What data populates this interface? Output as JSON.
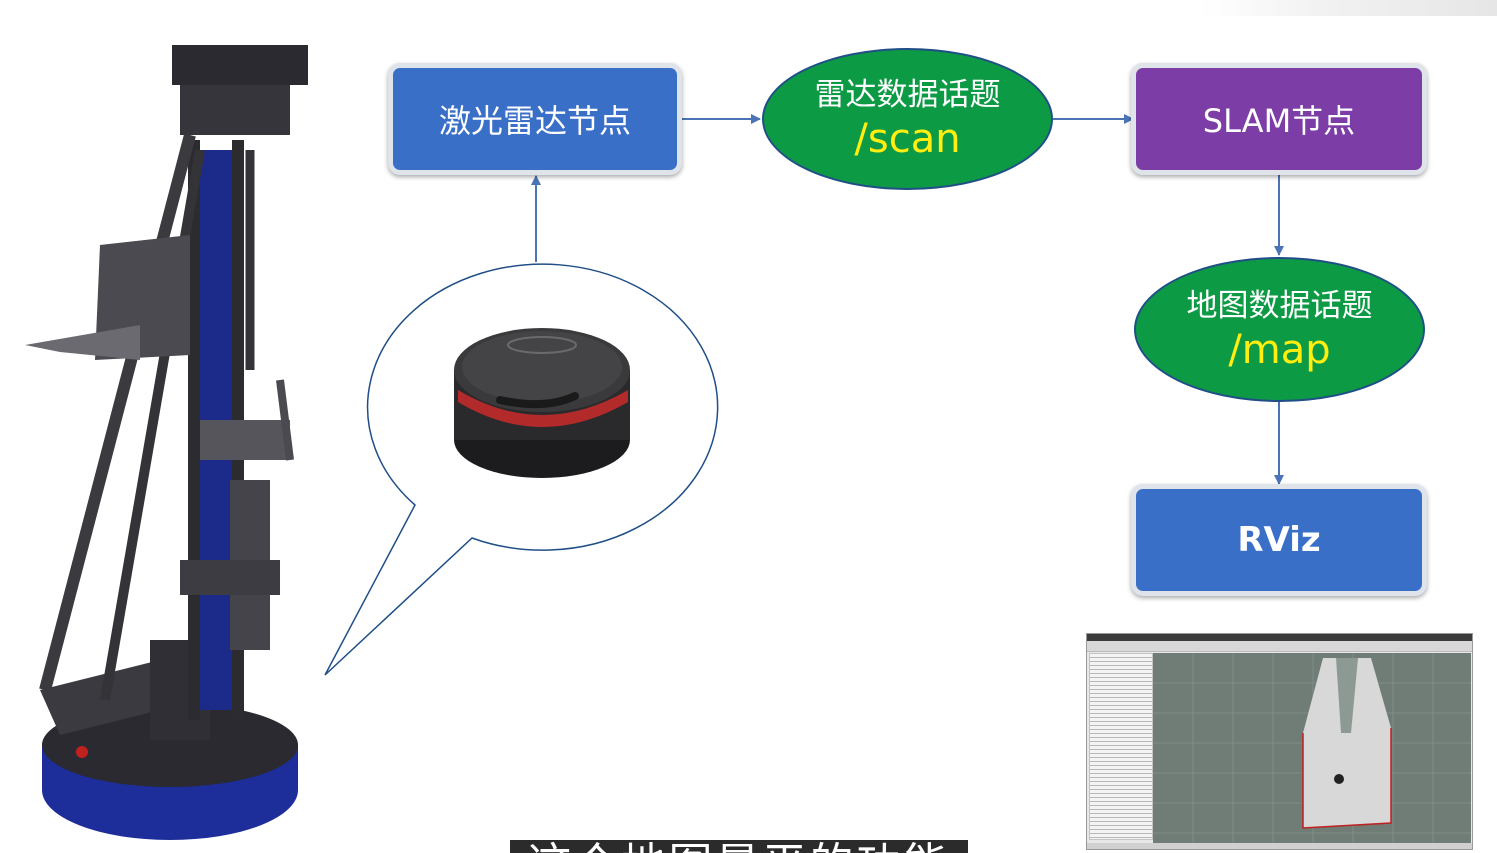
{
  "nodes": {
    "lidar": "激光雷达节点",
    "slam": "SLAM节点",
    "rviz": "RViz"
  },
  "topics": {
    "scan": {
      "name": "雷达数据话题",
      "path": "/scan"
    },
    "map": {
      "name": "地图数据话题",
      "path": "/map"
    }
  },
  "caption": "这个地图是平的功能",
  "colors": {
    "node_blue": "#3a6fc8",
    "node_purple": "#7d3da6",
    "topic_green": "#0d9a45",
    "topic_text": "#ffee10",
    "arrow": "#4a74b5"
  }
}
